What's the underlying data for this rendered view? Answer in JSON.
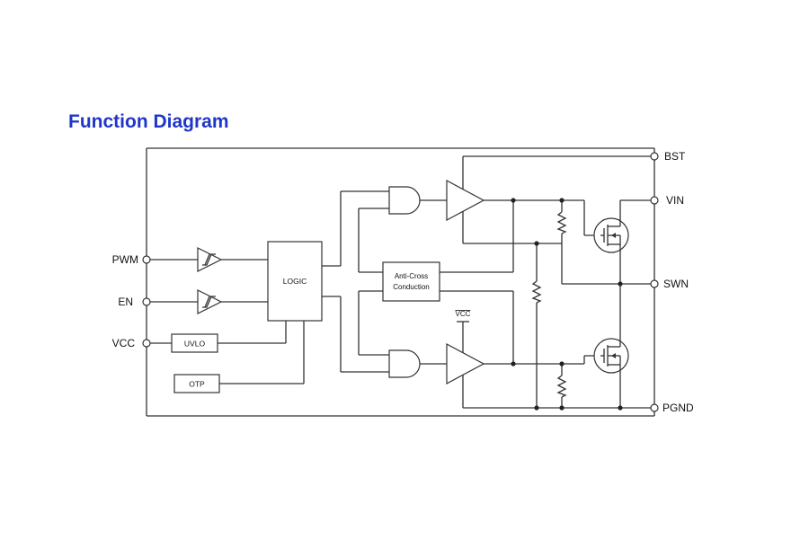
{
  "title": "Function Diagram",
  "pins": {
    "pwm": "PWM",
    "en": "EN",
    "vcc": "VCC",
    "bst": "BST",
    "vin": "VIN",
    "swn": "SWN",
    "pgnd": "PGND"
  },
  "blocks": {
    "logic": "LOGIC",
    "uvlo": "UVLO",
    "otp": "OTP",
    "anti_cross_line1": "Anti-Cross",
    "anti_cross_line2": "Conduction",
    "vcc_supply": "VCC"
  }
}
